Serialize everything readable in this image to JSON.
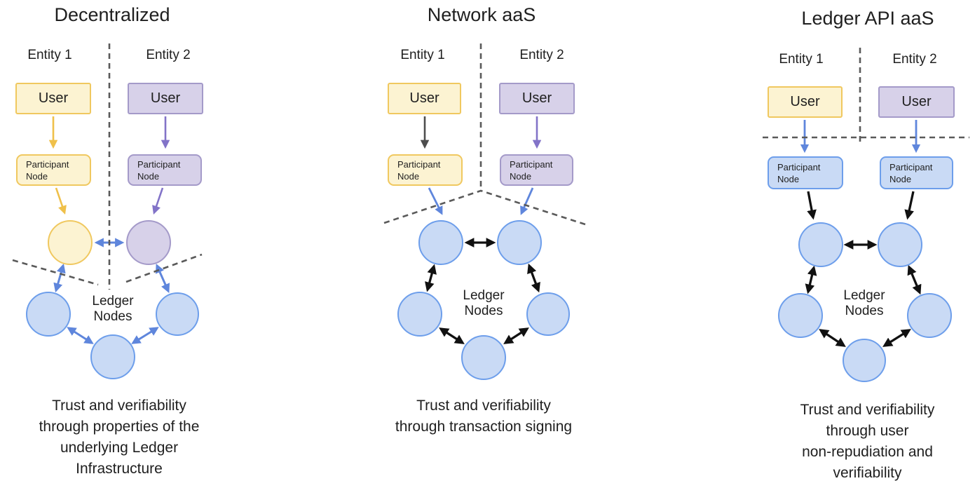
{
  "palette": {
    "entity1_fill": "#FCF3D2",
    "entity1_border": "#F0C85F",
    "entity1_arrow": "#EFC04A",
    "entity2_fill": "#D7D1E9",
    "entity2_border": "#A49AC9",
    "entity2_arrow": "#8273C8",
    "ledger_fill": "#C9DAF5",
    "ledger_border": "#6D9EEB",
    "blue_arrow": "#5F86DC",
    "black_arrow": "#111111",
    "gray_arrow": "#4D4D4D",
    "dashed_line": "#5A5A5A",
    "text": "#1f1f1f"
  },
  "panels": [
    {
      "title": "Decentralized",
      "entities": [
        {
          "label": "Entity 1"
        },
        {
          "label": "Entity 2"
        }
      ],
      "user1": "User",
      "user2": "User",
      "participant1": "Participant\nNode",
      "participant2": "Participant\nNode",
      "ledger_label": "Ledger\nNodes",
      "caption": "Trust and verifiability\nthrough properties of the\nunderlying Ledger\nInfrastructure"
    },
    {
      "title": "Network aaS",
      "entities": [
        {
          "label": "Entity 1"
        },
        {
          "label": "Entity 2"
        }
      ],
      "user1": "User",
      "user2": "User",
      "participant1": "Participant\nNode",
      "participant2": "Participant\nNode",
      "ledger_label": "Ledger\nNodes",
      "caption": "Trust and verifiability\nthrough transaction signing"
    },
    {
      "title": "Ledger API aaS",
      "entities": [
        {
          "label": "Entity 1"
        },
        {
          "label": "Entity 2"
        }
      ],
      "user1": "User",
      "user2": "User",
      "participant1": "Participant\nNode",
      "participant2": "Participant\nNode",
      "ledger_label": "Ledger\nNodes",
      "caption": "Trust and verifiability\nthrough user\nnon-repudiation and\nverifiability"
    }
  ]
}
